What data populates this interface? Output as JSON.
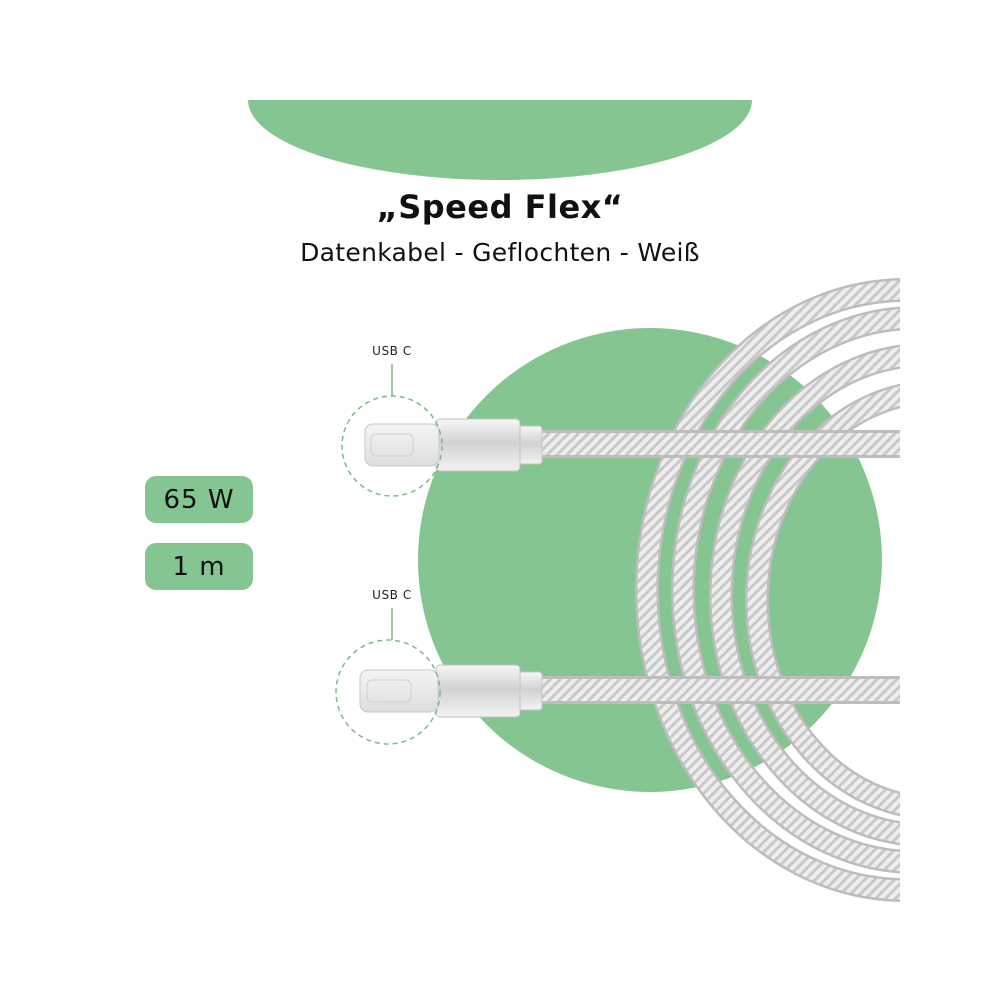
{
  "header": {
    "title": "„Speed Flex“",
    "subtitle": "Datenkabel - Geflochten - Weiß"
  },
  "badges": [
    {
      "label": "65 W"
    },
    {
      "label": "1 m"
    }
  ],
  "connectors": [
    {
      "label": "USB C"
    },
    {
      "label": "USB C"
    }
  ],
  "colors": {
    "accent_green": "#85c592",
    "cable_white": "#ececec",
    "dash_green": "#7cba86"
  }
}
